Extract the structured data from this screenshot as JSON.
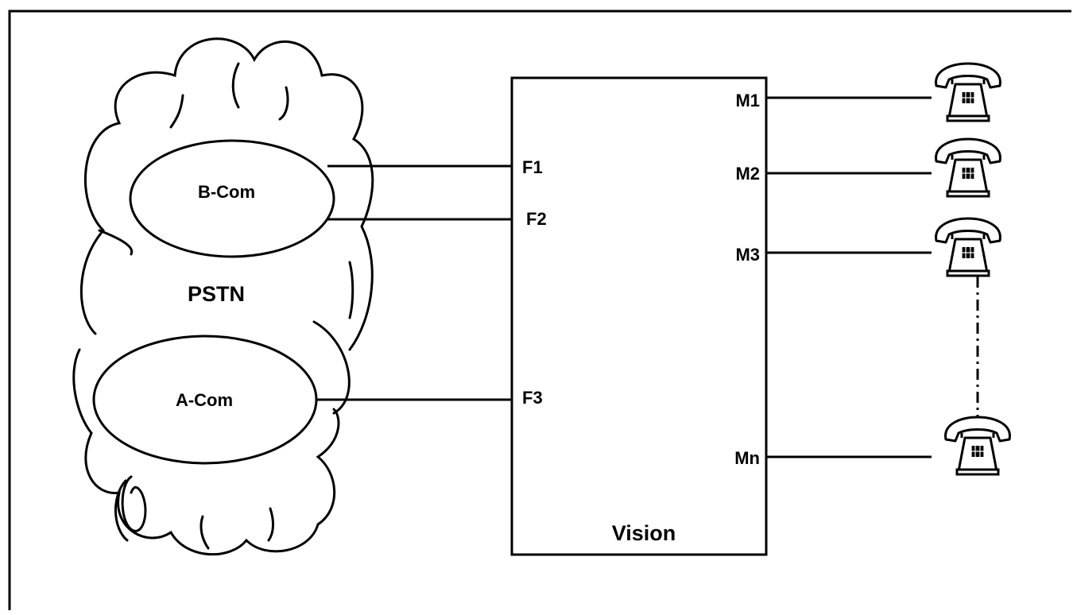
{
  "network": {
    "cloud_label": "PSTN",
    "exchanges": [
      {
        "label": "B-Com"
      },
      {
        "label": "A-Com"
      }
    ]
  },
  "pbx": {
    "label": "Vision",
    "trunk_ports": [
      {
        "label": "F1"
      },
      {
        "label": "F2"
      },
      {
        "label": "F3"
      }
    ],
    "extension_ports": [
      {
        "label": "M1"
      },
      {
        "label": "M2"
      },
      {
        "label": "M3"
      },
      {
        "label": "Mn"
      }
    ]
  },
  "telephones": [
    {
      "icon": "telephone-icon"
    },
    {
      "icon": "telephone-icon"
    },
    {
      "icon": "telephone-icon"
    },
    {
      "icon": "telephone-icon"
    }
  ]
}
